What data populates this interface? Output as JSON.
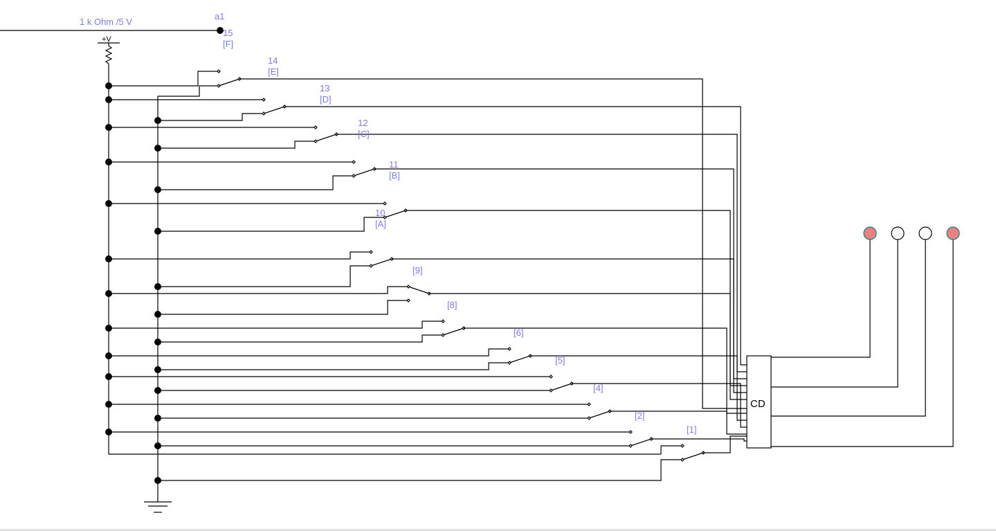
{
  "source": {
    "label": "1 k Ohm /5 V",
    "node": "a1",
    "supply": "+V"
  },
  "switches": [
    {
      "number": "15",
      "key": "[F]"
    },
    {
      "number": "14",
      "key": "[E]"
    },
    {
      "number": "13",
      "key": "[D]"
    },
    {
      "number": "12",
      "key": "[C]"
    },
    {
      "number": "11",
      "key": "[B]"
    },
    {
      "number": "10",
      "key": "[A]"
    },
    {
      "number": "",
      "key": "[9]"
    },
    {
      "number": "",
      "key": "[8]"
    },
    {
      "number": "",
      "key": "[6]"
    },
    {
      "number": "",
      "key": "[5]"
    },
    {
      "number": "",
      "key": "[4]"
    },
    {
      "number": "",
      "key": "[2]"
    },
    {
      "number": "",
      "key": "[1]"
    }
  ],
  "encoder": {
    "label": "CD"
  },
  "leds": [
    {
      "state": "on",
      "color": "#f08080"
    },
    {
      "state": "off",
      "color": "#ffffff"
    },
    {
      "state": "off",
      "color": "#ffffff"
    },
    {
      "state": "on",
      "color": "#f08080"
    }
  ],
  "colors": {
    "wire": "#000000",
    "label": "#7b7bef",
    "led_border": "#008080"
  }
}
